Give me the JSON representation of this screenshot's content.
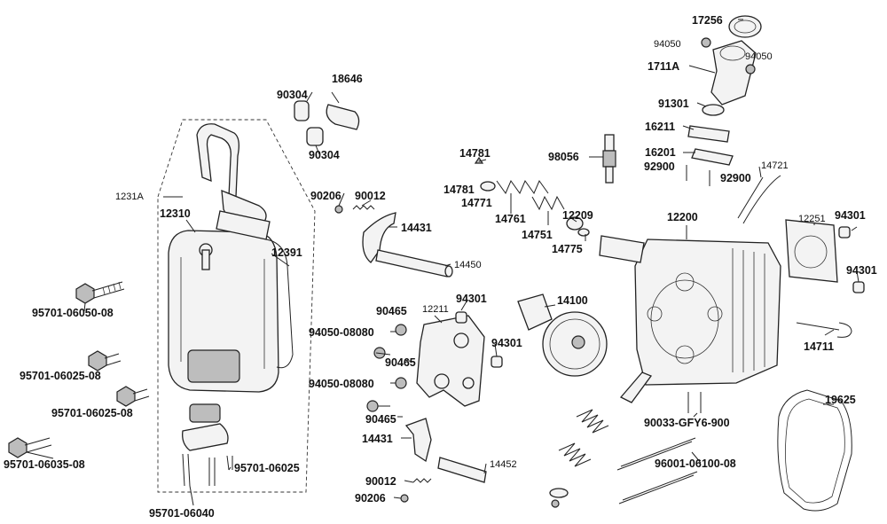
{
  "labels": {
    "p17256": "17256",
    "p94050a": "94050",
    "p94050b": "94050",
    "p1711A": "1711A",
    "p91301": "91301",
    "p16211": "16211",
    "p16201": "16201",
    "p92900a": "92900",
    "p92900b": "92900",
    "p14721": "14721",
    "p98056": "98056",
    "p14781a": "14781",
    "p14781b": "14781",
    "p14771": "14771",
    "p14761": "14761",
    "p14751": "14751",
    "p12209": "12209",
    "p14775": "14775",
    "p12200": "12200",
    "p12251": "12251",
    "p94301a": "94301",
    "p94301b": "94301",
    "p18646": "18646",
    "p90304a": "90304",
    "p90304b": "90304",
    "p1231A": "1231A",
    "p12310": "12310",
    "p12391": "12391",
    "p90206a": "90206",
    "p90012a": "90012",
    "p14431a": "14431",
    "p14450": "14450",
    "p94301c": "94301",
    "p14100": "14100",
    "p90465a": "90465",
    "p12211": "12211",
    "p94050_08080a": "94050-08080",
    "p90465b": "90465",
    "p94301d": "94301",
    "p94050_08080b": "94050-08080",
    "p90465c": "90465",
    "p14431b": "14431",
    "p14452": "14452",
    "p90012b": "90012",
    "p90206b": "90206",
    "p14711": "14711",
    "p19625": "19625",
    "p90033": "90033-GFY6-900",
    "p96001": "96001-06100-08",
    "b95701_06050": "95701-06050-08",
    "b95701_06025a": "95701-06025-08",
    "b95701_06025b": "95701-06025-08",
    "b95701_06035": "95701-06035-08",
    "b95701_06025c": "95701-06025",
    "b95701_06040": "95701-06040"
  }
}
